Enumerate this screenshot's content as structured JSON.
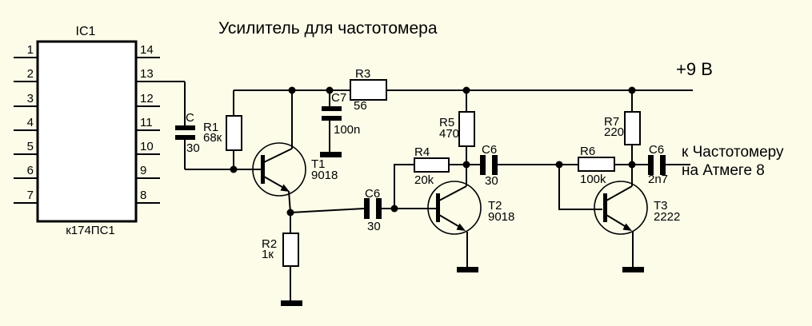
{
  "title": "Усилитель для частотомера",
  "power_rail_label": "+9 В",
  "output": {
    "line1": "к Частотомеру",
    "line2": "на Атмеге 8"
  },
  "ic": {
    "designator": "IC1",
    "part_number": "к174ПС1",
    "left_pins": [
      "1",
      "2",
      "3",
      "4",
      "5",
      "6",
      "7"
    ],
    "right_pins": [
      "14",
      "13",
      "12",
      "11",
      "10",
      "9",
      "8"
    ]
  },
  "components": {
    "c_in": {
      "ref": "C",
      "value": "30"
    },
    "r1": {
      "ref": "R1",
      "value": "68к"
    },
    "r2": {
      "ref": "R2",
      "value": "1к"
    },
    "r3": {
      "ref": "R3",
      "value": "56"
    },
    "r4": {
      "ref": "R4",
      "value": "20k"
    },
    "r5": {
      "ref": "R5",
      "value": "470"
    },
    "r6": {
      "ref": "R6",
      "value": "100k"
    },
    "r7": {
      "ref": "R7",
      "value": "220"
    },
    "c7": {
      "ref": "C7",
      "value": "100n"
    },
    "c6_stage1": {
      "ref": "C6",
      "value": "30"
    },
    "c6_stage2": {
      "ref": "C6",
      "value": "30"
    },
    "c6_out": {
      "ref": "C6",
      "value": "2n7"
    },
    "t1": {
      "ref": "T1",
      "value": "9018"
    },
    "t2": {
      "ref": "T2",
      "value": "9018"
    },
    "t3": {
      "ref": "T3",
      "value": "2222"
    }
  },
  "colors": {
    "background": "#fdfce9",
    "line": "#000000"
  }
}
